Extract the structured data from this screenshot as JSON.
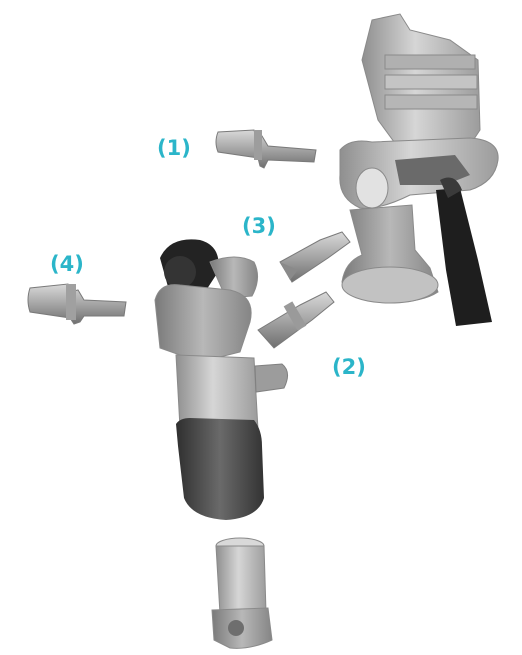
{
  "colors": {
    "callout": "#2BB5C9",
    "part_light": "#c9c9c9",
    "part_mid": "#9a9a9a",
    "part_dark": "#4a4a4a",
    "part_black": "#1e1e1e"
  },
  "callouts": [
    {
      "id": "c1",
      "text": "(1)"
    },
    {
      "id": "c2",
      "text": "(2)"
    },
    {
      "id": "c3",
      "text": "(3)"
    },
    {
      "id": "c4",
      "text": "(4)"
    }
  ]
}
